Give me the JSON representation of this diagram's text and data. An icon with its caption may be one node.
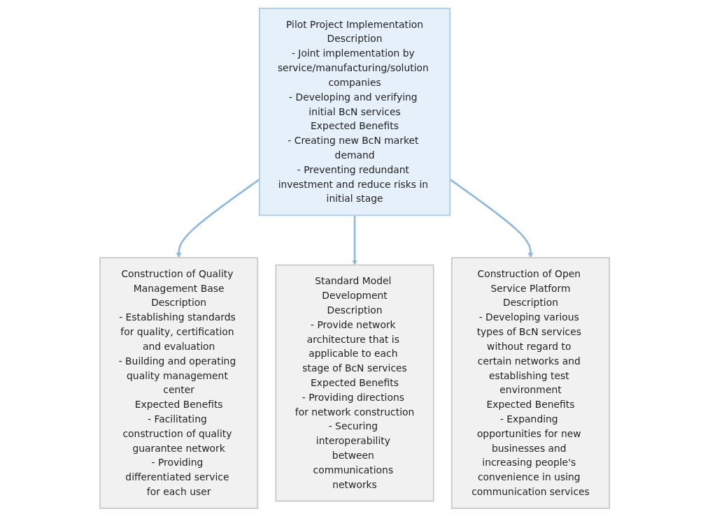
{
  "diagram": {
    "nodes": [
      {
        "text": [
          "Pilot Project Implementation",
          "Description",
          "- Joint implementation by service/manufacturing/solution companies",
          "- Developing and verifying initial BcN services",
          "Expected Benefits",
          "- Creating new BcN market demand",
          "- Preventing redundant investment and reduce risks in initial stage"
        ]
      },
      {
        "text": [
          "Construction of Quality Management Base",
          "Description",
          "- Establishing standards for quality, certification and evaluation",
          "- Building and operating quality management center",
          "Expected Benefits",
          "- Facilitating construction of quality guarantee network",
          "- Providing differentiated service for each user"
        ]
      },
      {
        "text": [
          "Standard Model Development",
          "Description",
          "- Provide network architecture that is applicable to each stage of BcN services",
          "Expected Benefits",
          "- Providing directions for network construction",
          "- Securing interoperability between communications networks"
        ]
      },
      {
        "text": [
          "Construction of Open Service Platform",
          "Description",
          "- Developing various types of BcN services without regard to certain networks and establishing test environment",
          "Expected Benefits",
          "- Expanding opportunities for new businesses and increasing people's convenience in using communication services"
        ]
      }
    ],
    "edges": [
      {
        "from": 0,
        "to": 1,
        "arrow": "to"
      },
      {
        "from": 0,
        "to": 2,
        "arrow": "to"
      },
      {
        "from": 0,
        "to": 3,
        "arrow": "to"
      }
    ]
  }
}
